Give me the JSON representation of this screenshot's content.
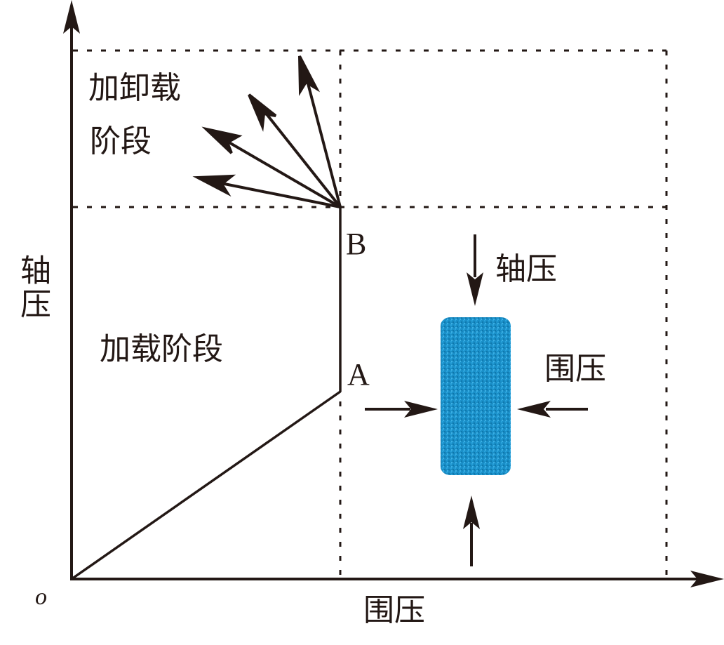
{
  "figure": {
    "axes": {
      "x_label": "围压",
      "y_label": "轴压",
      "origin_label": "o"
    },
    "points": {
      "A": "A",
      "B": "B"
    },
    "regions": {
      "loading_stage": "加载阶段",
      "unloading_stage_line1": "加卸载",
      "unloading_stage_line2": "阶段"
    },
    "sample": {
      "axial_label": "轴压",
      "confining_label": "围压",
      "color": "#1a8fc8"
    },
    "stress_path": [
      "O",
      "A",
      "B"
    ],
    "unloading_directions_count": 4,
    "colors": {
      "ink": "#231815",
      "sample": "#1a8fc8"
    }
  }
}
